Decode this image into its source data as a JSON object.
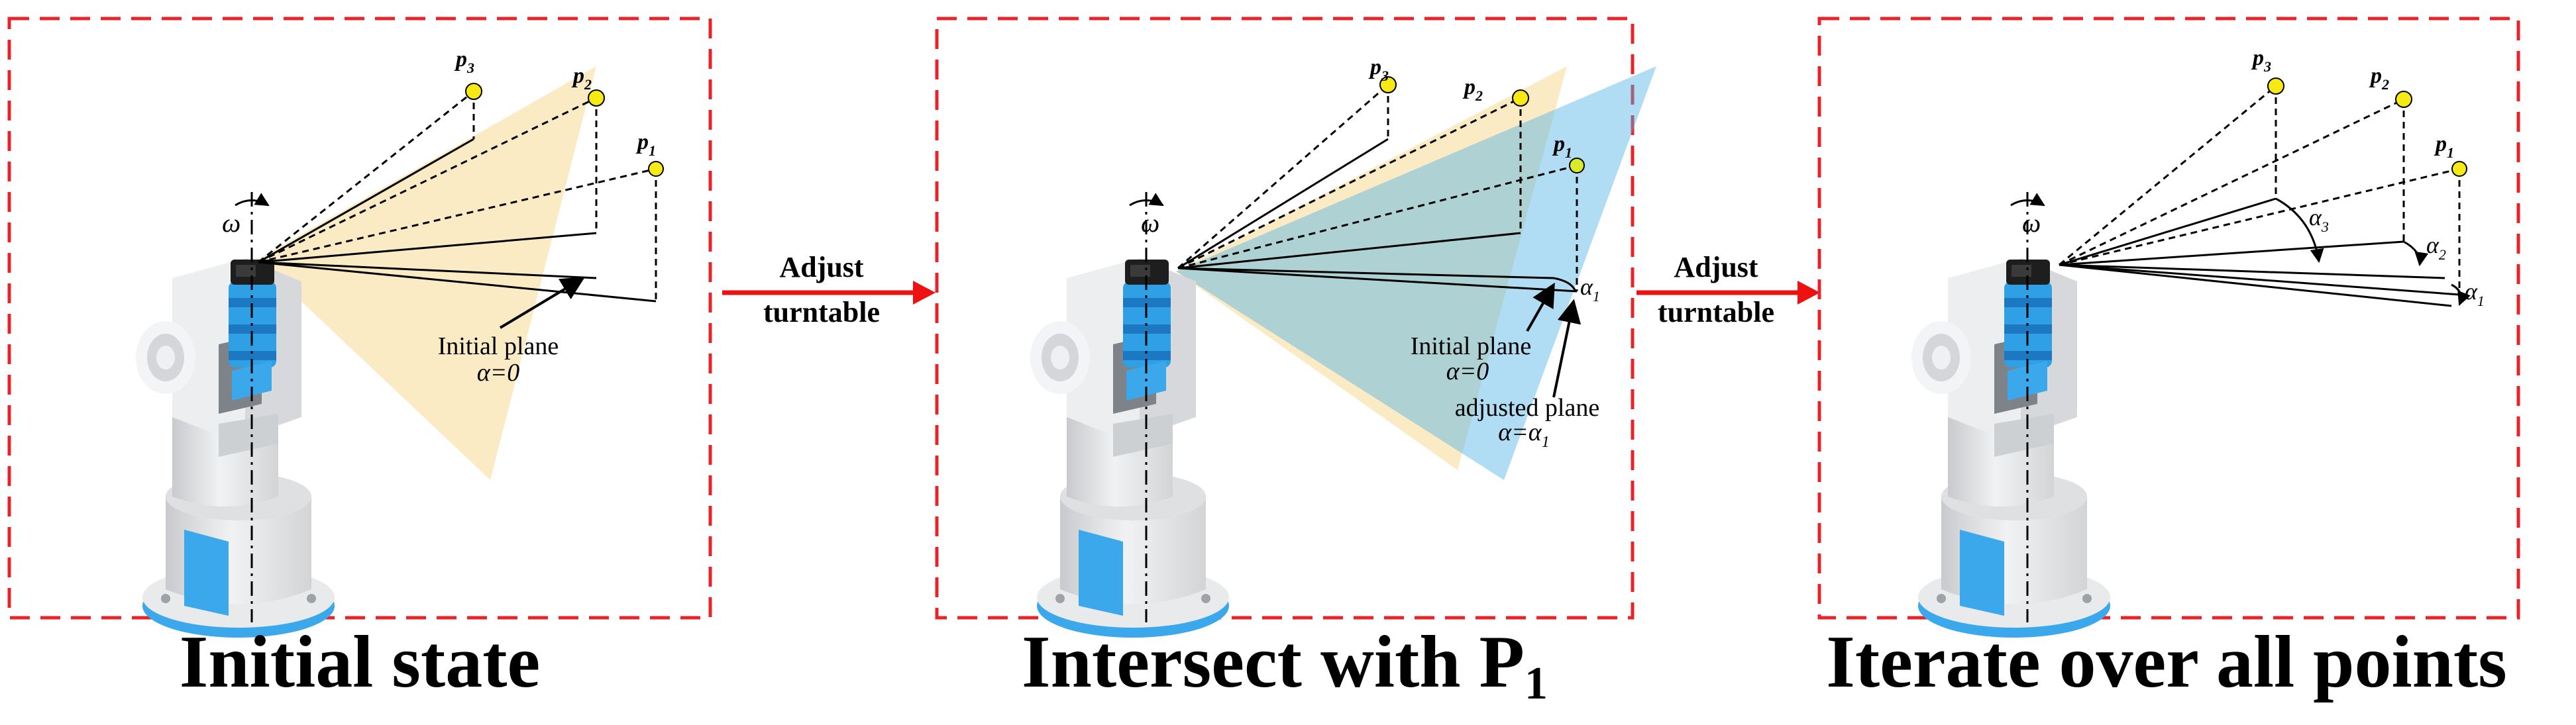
{
  "colors": {
    "frame": "#e8242a",
    "arrow": "#ee1111",
    "initial_plane_fill": "#f6d27e",
    "adjusted_plane_fill": "#4fb1e6",
    "point_fill": "#f6ea12",
    "device_body": "#e4e5e7",
    "device_accent": "#3ba8ec"
  },
  "arrows": [
    {
      "line1": "Adjust",
      "line2": "turntable"
    },
    {
      "line1": "Adjust",
      "line2": "turntable"
    }
  ],
  "panels": [
    {
      "caption": "Initial state",
      "rotation_label": "ω",
      "points": [
        {
          "name": "p",
          "sub": "3"
        },
        {
          "name": "p",
          "sub": "2"
        },
        {
          "name": "p",
          "sub": "1"
        }
      ],
      "plane_label": {
        "line1": "Initial plane",
        "line2": "α=0"
      }
    },
    {
      "caption_main": "Intersect with P",
      "caption_sub": "1",
      "rotation_label": "ω",
      "points": [
        {
          "name": "p",
          "sub": "3"
        },
        {
          "name": "p",
          "sub": "2"
        },
        {
          "name": "p",
          "sub": "1"
        }
      ],
      "angle_label": {
        "name": "α",
        "sub": "1"
      },
      "plane_label": {
        "line1": "Initial plane",
        "line2": "α=0"
      },
      "adjusted_label": {
        "line1": "adjusted plane",
        "line2": "α=α",
        "line2_sub": "1"
      }
    },
    {
      "caption": "Iterate over all points",
      "rotation_label": "ω",
      "points": [
        {
          "name": "p",
          "sub": "3"
        },
        {
          "name": "p",
          "sub": "2"
        },
        {
          "name": "p",
          "sub": "1"
        }
      ],
      "angles": [
        {
          "name": "α",
          "sub": "3"
        },
        {
          "name": "α",
          "sub": "2"
        },
        {
          "name": "α",
          "sub": "1"
        }
      ]
    }
  ]
}
